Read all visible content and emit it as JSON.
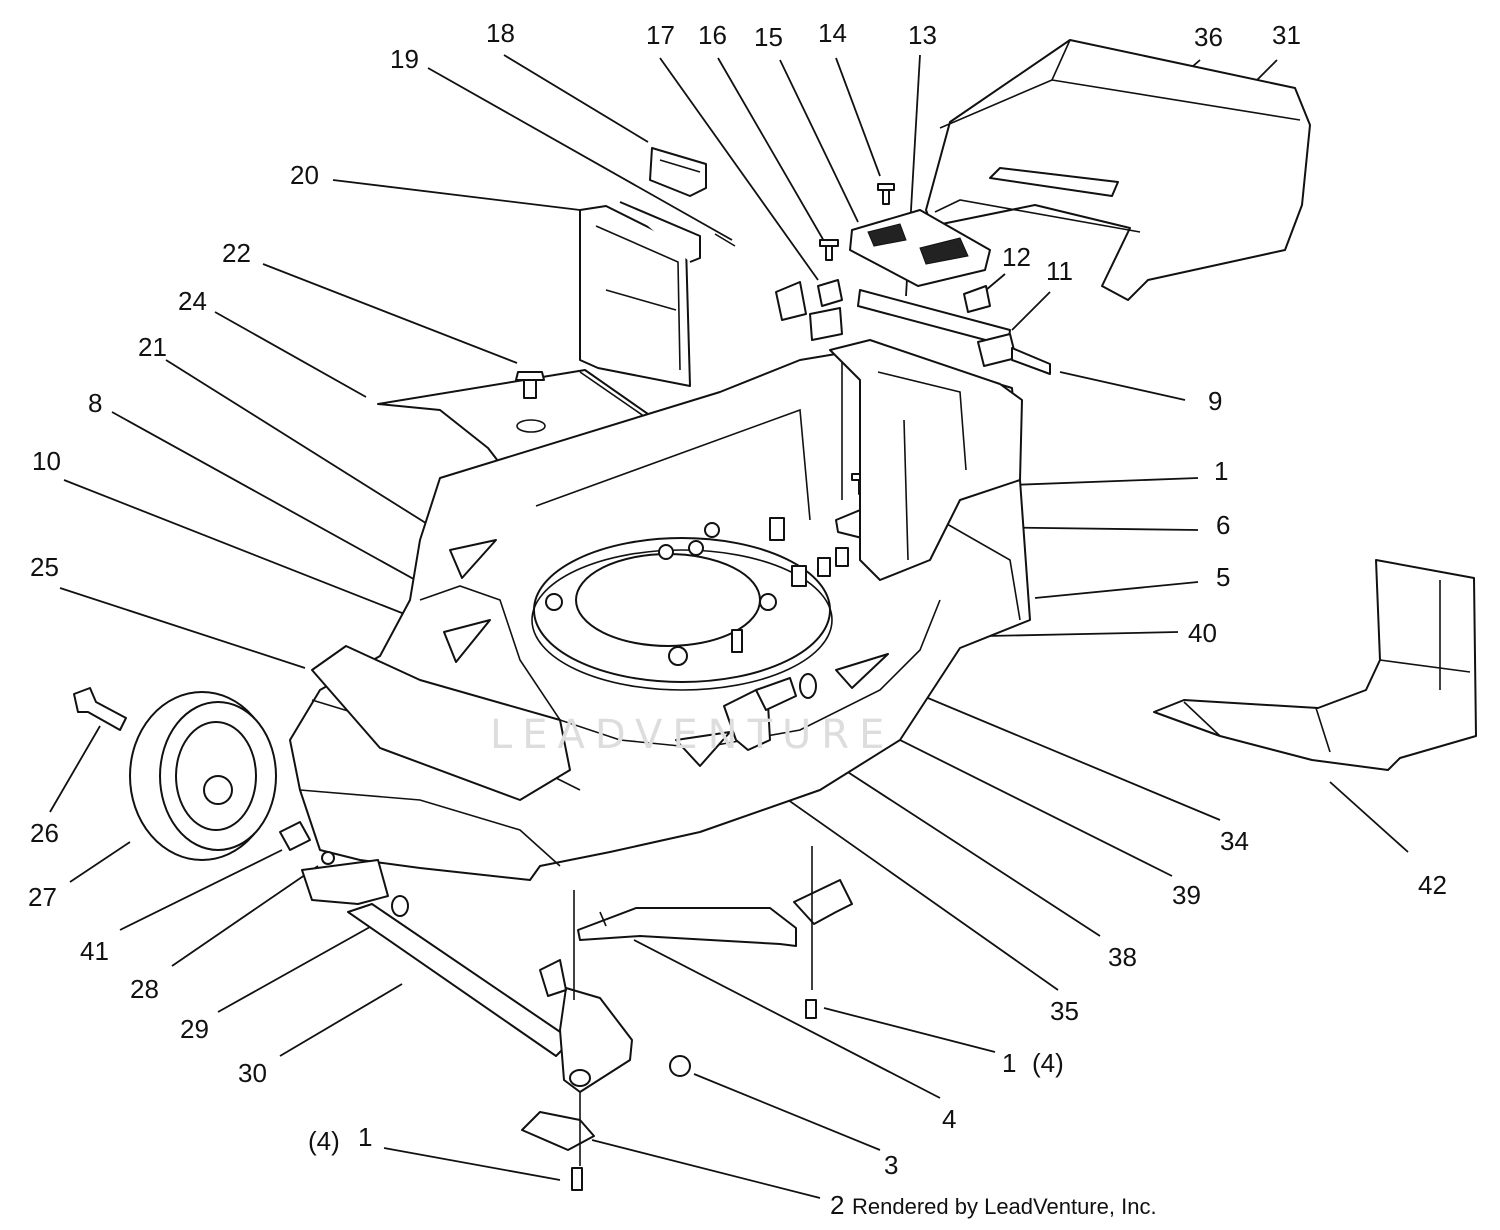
{
  "diagram": {
    "watermark": "LEADVENTURE",
    "credit": "Rendered by LeadVenture, Inc.",
    "callouts": [
      "1",
      "1",
      "1",
      "(4)",
      "(4)",
      "2",
      "3",
      "4",
      "5",
      "6",
      "8",
      "9",
      "10",
      "11",
      "12",
      "13",
      "14",
      "15",
      "16",
      "17",
      "18",
      "19",
      "20",
      "21",
      "22",
      "24",
      "25",
      "26",
      "27",
      "28",
      "29",
      "30",
      "31",
      "34",
      "35",
      "36",
      "38",
      "39",
      "40",
      "41",
      "42"
    ]
  }
}
